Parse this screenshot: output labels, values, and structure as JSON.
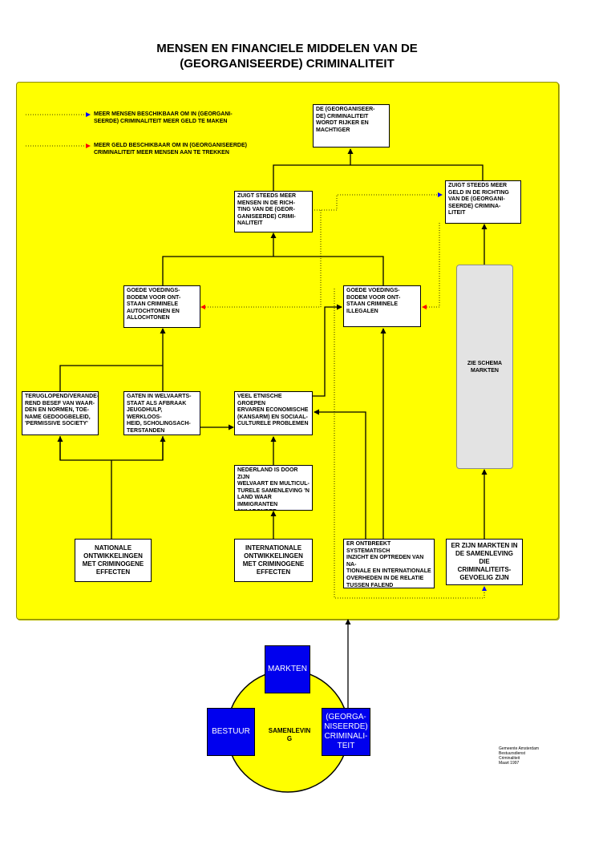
{
  "title": "MENSEN EN FINANCIELE MIDDELEN VAN DE\n(GEORGANISEERDE) CRIMINALITEIT",
  "legend": [
    {
      "text": "MEER MENSEN BESCHIKBAAR OM IN (GEORGANI-\nSEERDE) CRIMINALITEIT MEER GELD TE MAKEN",
      "color": "#0000ff"
    },
    {
      "text": "MEER GELD BESCHIKBAAR OM IN (GEORGANISEERDE)\nCRIMINALITEIT MEER MENSEN AAN TE TREKKEN",
      "color": "#ff0000"
    }
  ],
  "boxes": {
    "richer": "DE (GEORGANISEER-\nDE) CRIMINALITEIT\nWORDT RIJKER EN\nMACHTIGER",
    "people": "ZUIGT STEEDS MEER\nMENSEN IN DE RICH-\nTING VAN DE (GEOR-\nGANISEERDE) CRIMI-\nNALITEIT",
    "money": "ZUIGT STEEDS MEER\nGELD IN DE RICHTING\nVAN DE (GEORGANI-\nSEERDE) CRIMINA-\nLITEIT",
    "breeding_auto": "GOEDE VOEDINGS-\nBODEM VOOR ONT-\nSTAAN CRIMINELE\nAUTOCHTONEN EN\nALLOCHTONEN",
    "breeding_illegal": "GOEDE VOEDINGS-\nBODEM VOOR ONT-\nSTAAN CRIMINELE\nILLEGALEN",
    "schema_markten": "ZIE SCHEMA\nMARKTEN",
    "norms": "TERUGLOPEND/VERANDE-\nREND BESEF VAN WAAR-\nDEN EN NORMEN, TOE-\nNAME GEDOOGBELEID,\n'PERMISSIVE SOCIETY'",
    "welfare": "GATEN IN WELVAARTS-\nSTAAT ALS AFBRAAK\nJEUGDHULP, WERKLOOS-\nHEID, SCHOLINGSACH-\nTERSTANDEN",
    "ethnic": "VEEL ETNISCHE GROEPEN\nERVAREN ECONOMISCHE\n(KANSARM) EN SOCIAAL-\nCULTURELE PROBLEMEN",
    "netherlands": "NEDERLAND IS DOOR ZIJN\nWELVAART EN MULTICUL-\nTURELE SAMENLEVING 'N\nLAND WAAR IMMIGRANTEN\n(WAARONDER ILLEGALEN)\nGRAAG NAAR TOE KOMEN",
    "national": "NATIONALE\nONTWIKKELINGEN\nMET CRIMINOGENE\nEFFECTEN",
    "international": "INTERNATIONALE\nONTWIKKELINGEN\nMET CRIMINOGENE\nEFFECTEN",
    "lacking": "ER ONTBREEKT SYSTEMATISCH\nINZICHT EN OPTREDEN VAN NA-\nTIONALE EN INTERNATIONALE\nOVERHEDEN IN DE RELATIE\nTUSSEN FALEND MINDERHEDEN/\nVREEMDELINGENBELEID EN\nCRIMINALITEIT",
    "markets": "ER ZIJN MARKTEN IN\nDE SAMENLEVING DIE\nCRIMINALITEITS-\nGEVOELIG ZIJN"
  },
  "circle": {
    "center_label": "SAMENLEVIN\nG",
    "markten": "MARKTEN",
    "bestuur": "BESTUUR",
    "criminaliteit": "(GEORGA-\nNISEERDE)\nCRIMINALI-\nTEIT",
    "fill": "#ffff00",
    "square_color": "#0000ee"
  },
  "credit": "Gemeente Amsterdam\nBestuursdienst\nCriminaliteit\nMaart 1997",
  "colors": {
    "panel": "#ffff00",
    "line": "#000000"
  }
}
